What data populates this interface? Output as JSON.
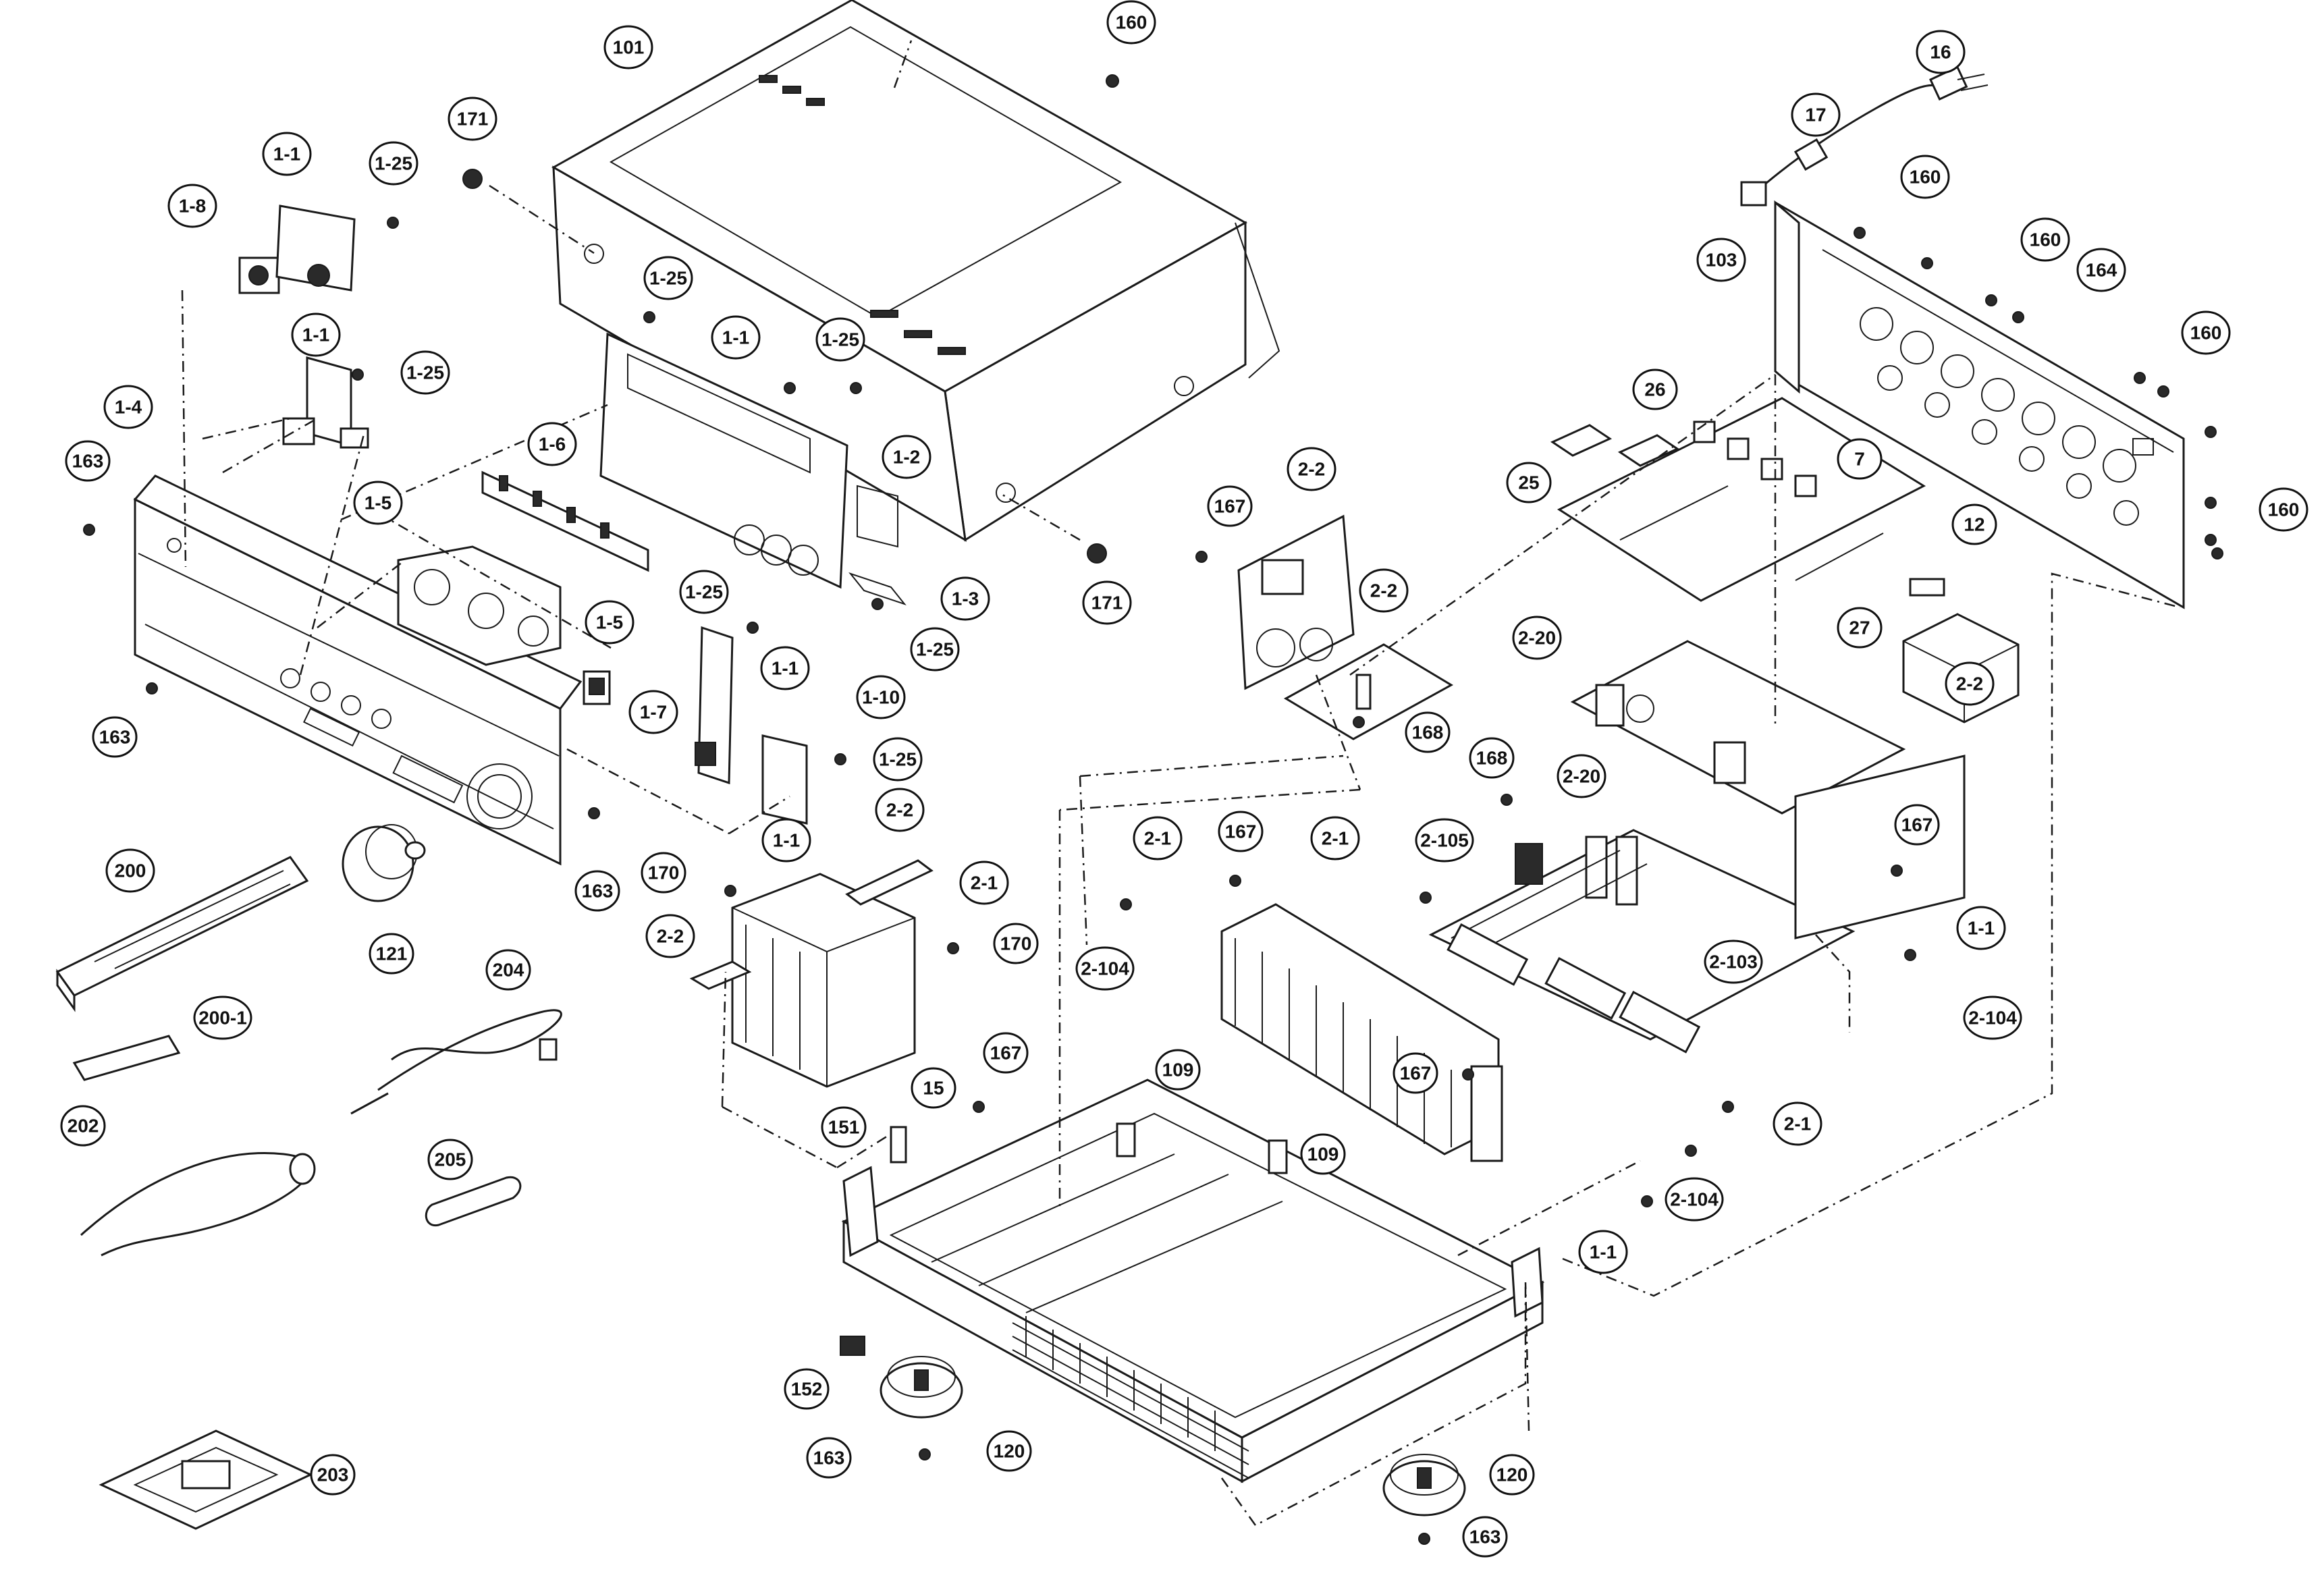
{
  "callouts": [
    {
      "label": "101"
    },
    {
      "label": "160"
    },
    {
      "label": "171"
    },
    {
      "label": "16"
    },
    {
      "label": "17"
    },
    {
      "label": "1-1"
    },
    {
      "label": "1-25"
    },
    {
      "label": "1-8"
    },
    {
      "label": "1-1"
    },
    {
      "label": "1-25"
    },
    {
      "label": "1-25"
    },
    {
      "label": "1-1"
    },
    {
      "label": "1-25"
    },
    {
      "label": "1-4"
    },
    {
      "label": "163"
    },
    {
      "label": "1-5"
    },
    {
      "label": "1-6"
    },
    {
      "label": "1-2"
    },
    {
      "label": "1-5"
    },
    {
      "label": "1-3"
    },
    {
      "label": "1-25"
    },
    {
      "label": "1-25"
    },
    {
      "label": "1-1"
    },
    {
      "label": "1-10"
    },
    {
      "label": "1-7"
    },
    {
      "label": "163"
    },
    {
      "label": "1-25"
    },
    {
      "label": "1-1"
    },
    {
      "label": "163"
    },
    {
      "label": "171"
    },
    {
      "label": "103"
    },
    {
      "label": "160"
    },
    {
      "label": "160"
    },
    {
      "label": "164"
    },
    {
      "label": "160"
    },
    {
      "label": "160"
    },
    {
      "label": "26"
    },
    {
      "label": "25"
    },
    {
      "label": "7"
    },
    {
      "label": "12"
    },
    {
      "label": "27"
    },
    {
      "label": "2-2"
    },
    {
      "label": "167"
    },
    {
      "label": "2-2"
    },
    {
      "label": "168"
    },
    {
      "label": "2-20"
    },
    {
      "label": "2-2"
    },
    {
      "label": "168"
    },
    {
      "label": "2-20"
    },
    {
      "label": "167"
    },
    {
      "label": "1-1"
    },
    {
      "label": "2-104"
    },
    {
      "label": "2-1"
    },
    {
      "label": "167"
    },
    {
      "label": "2-1"
    },
    {
      "label": "2-105"
    },
    {
      "label": "2-104"
    },
    {
      "label": "2-103"
    },
    {
      "label": "2-1"
    },
    {
      "label": "167"
    },
    {
      "label": "2-104"
    },
    {
      "label": "1-1"
    },
    {
      "label": "200"
    },
    {
      "label": "121"
    },
    {
      "label": "204"
    },
    {
      "label": "200-1"
    },
    {
      "label": "170"
    },
    {
      "label": "2-2"
    },
    {
      "label": "2-1"
    },
    {
      "label": "2-2"
    },
    {
      "label": "170"
    },
    {
      "label": "15"
    },
    {
      "label": "167"
    },
    {
      "label": "109"
    },
    {
      "label": "109"
    },
    {
      "label": "151"
    },
    {
      "label": "202"
    },
    {
      "label": "205"
    },
    {
      "label": "152"
    },
    {
      "label": "120"
    },
    {
      "label": "163"
    },
    {
      "label": "120"
    },
    {
      "label": "163"
    },
    {
      "label": "203"
    }
  ]
}
